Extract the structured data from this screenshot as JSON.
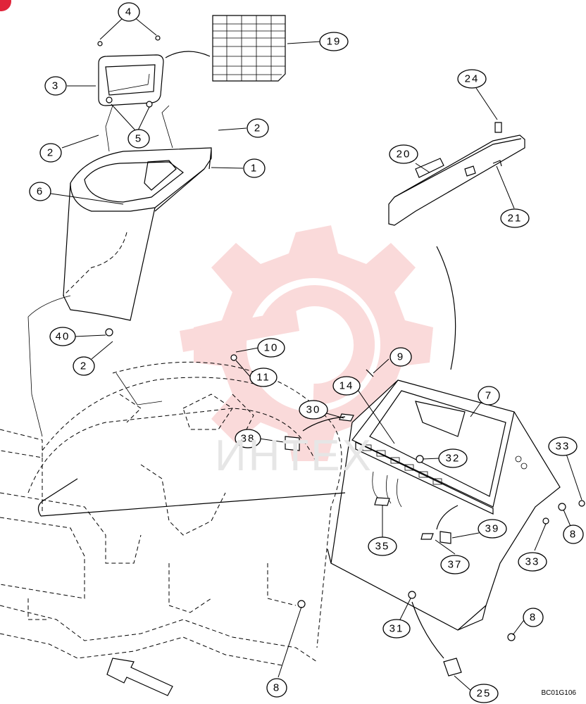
{
  "drawing_code": "BC01G106",
  "watermark": {
    "text": "ИНТЕХ",
    "color": "#f2a5a5"
  },
  "callouts": [
    {
      "label": "4"
    },
    {
      "label": "19"
    },
    {
      "label": "3"
    },
    {
      "label": "5"
    },
    {
      "label": "2"
    },
    {
      "label": "2"
    },
    {
      "label": "1"
    },
    {
      "label": "6"
    },
    {
      "label": "24"
    },
    {
      "label": "20"
    },
    {
      "label": "21"
    },
    {
      "label": "40"
    },
    {
      "label": "2"
    },
    {
      "label": "10"
    },
    {
      "label": "11"
    },
    {
      "label": "9"
    },
    {
      "label": "14"
    },
    {
      "label": "7"
    },
    {
      "label": "30"
    },
    {
      "label": "38"
    },
    {
      "label": "32"
    },
    {
      "label": "33"
    },
    {
      "label": "8"
    },
    {
      "label": "35"
    },
    {
      "label": "39"
    },
    {
      "label": "37"
    },
    {
      "label": "33"
    },
    {
      "label": "8"
    },
    {
      "label": "31"
    },
    {
      "label": "8"
    },
    {
      "label": "25"
    }
  ],
  "colors": {
    "line": "#000000",
    "badge": "#e0243a"
  }
}
